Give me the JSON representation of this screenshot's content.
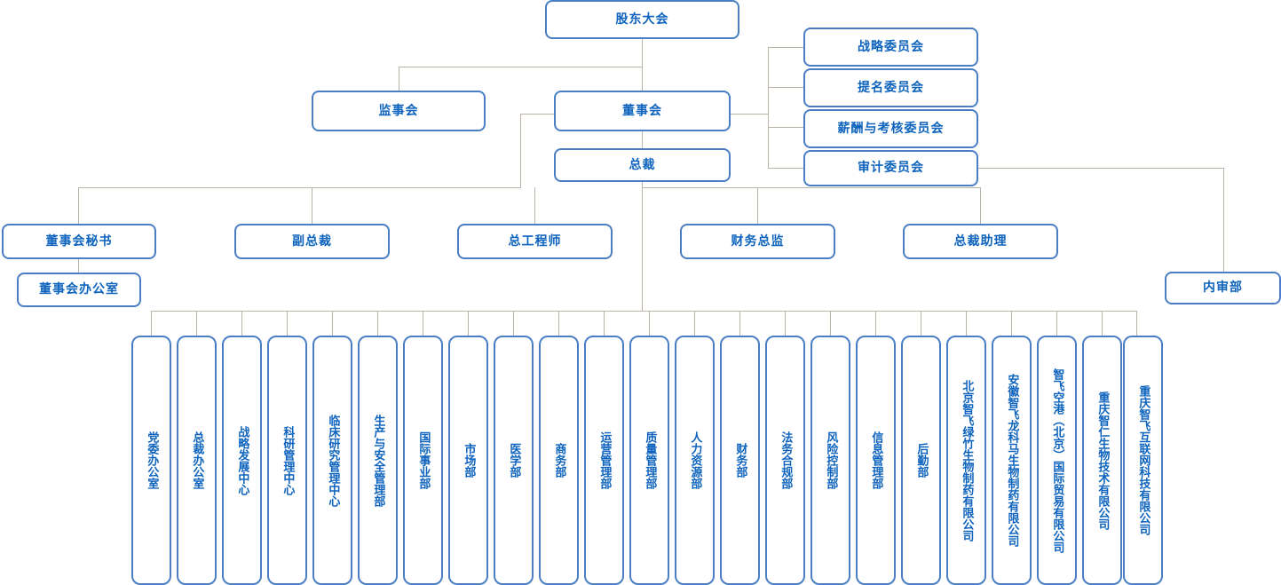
{
  "meta": {
    "title": "组织结构图",
    "colors": {
      "box_border": "#4a7ec4",
      "text": "#0d63bd",
      "connector": "#b9b3a8",
      "background": "#ffffff"
    }
  },
  "governance": {
    "shareholders_meeting": "股东大会",
    "board_of_supervisors": "监事会",
    "board_of_directors": "董事会",
    "president": "总裁"
  },
  "committees": [
    {
      "label": "战略委员会"
    },
    {
      "label": "提名委员会"
    },
    {
      "label": "薪酬与考核委员会"
    },
    {
      "label": "审计委员会"
    }
  ],
  "executives": [
    {
      "label": "董事会秘书"
    },
    {
      "label": "副总裁"
    },
    {
      "label": "总工程师"
    },
    {
      "label": "财务总监"
    },
    {
      "label": "总裁助理"
    }
  ],
  "board_office": "董事会办公室",
  "internal_audit": "内审部",
  "departments": [
    {
      "label": "党委办公室"
    },
    {
      "label": "总裁办公室"
    },
    {
      "label": "战略发展中心"
    },
    {
      "label": "科研管理中心"
    },
    {
      "label": "临床研究管理中心"
    },
    {
      "label": "生产与安全管理部"
    },
    {
      "label": "国际事业部"
    },
    {
      "label": "市场部"
    },
    {
      "label": "医学部"
    },
    {
      "label": "商务部"
    },
    {
      "label": "运营管理部"
    },
    {
      "label": "质量管理部"
    },
    {
      "label": "人力资源部"
    },
    {
      "label": "财务部"
    },
    {
      "label": "法务合规部"
    },
    {
      "label": "风险控制部"
    },
    {
      "label": "信息管理部"
    },
    {
      "label": "后勤部"
    },
    {
      "label": "北京智飞绿竹生物制药有限公司"
    },
    {
      "label": "安徽智飞龙科马生物制药有限公司"
    },
    {
      "label": "智飞空港（北京）国际贸易有限公司"
    },
    {
      "label": "重庆智仁生物技术有限公司"
    },
    {
      "label": "重庆智飞互联网科技有限公司"
    }
  ]
}
